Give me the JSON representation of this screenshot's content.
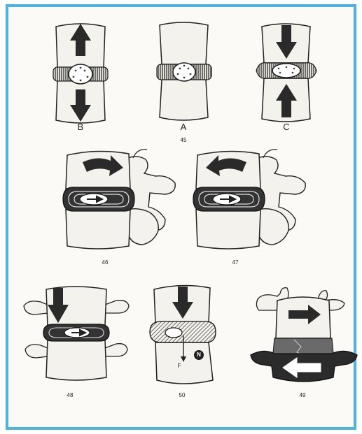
{
  "figures": {
    "row1": {
      "left_label": "B",
      "middle_label": "A",
      "right_label": "C",
      "figure_number": "45"
    },
    "fig46": {
      "figure_number": "46"
    },
    "fig47": {
      "figure_number": "47"
    },
    "fig48": {
      "figure_number": "48"
    },
    "fig50": {
      "figure_number": "50",
      "force_label": "F",
      "marker_label": "N"
    },
    "fig49": {
      "figure_number": "49"
    }
  },
  "colors": {
    "frame": "#4cb3e3",
    "ink": "#222222",
    "bone": "#f4f2ec",
    "arrow": "#2a2a2a"
  }
}
